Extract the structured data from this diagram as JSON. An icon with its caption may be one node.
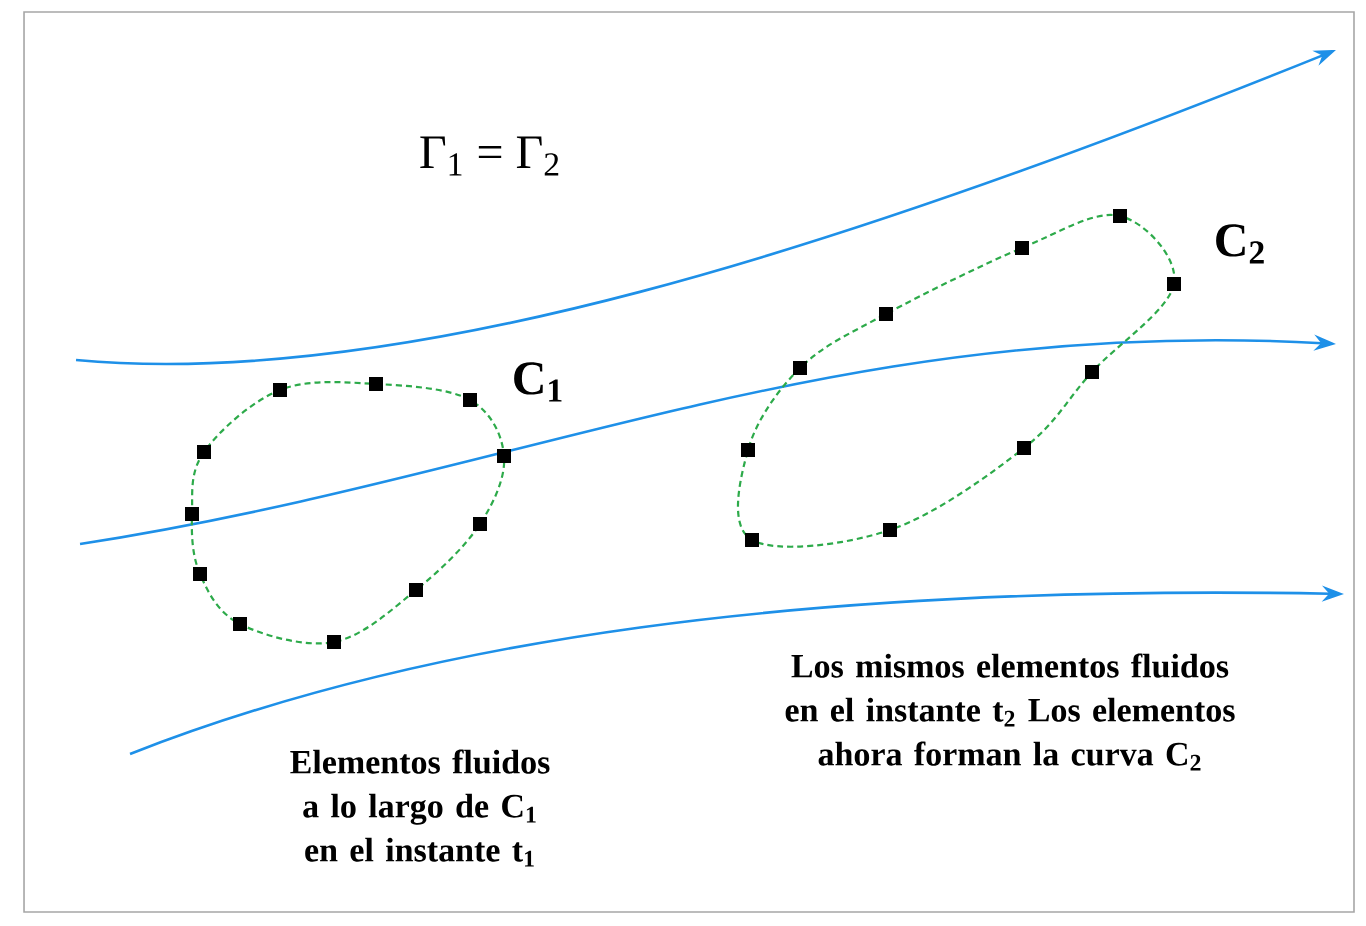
{
  "diagram": {
    "labels": [
      "Γ$_{1}$ = Γ$_{2}$",
      "C$_{2}$",
      "C$_{1}$",
      "Los mismos elementos fluidos en el instante t$_{2}$ Los elementos ahora forman la curva C$_{2}$",
      "Elementos fluidos a lo largo de C$_{1}$ en el instante t$_{1}$"
    ]
  }
}
